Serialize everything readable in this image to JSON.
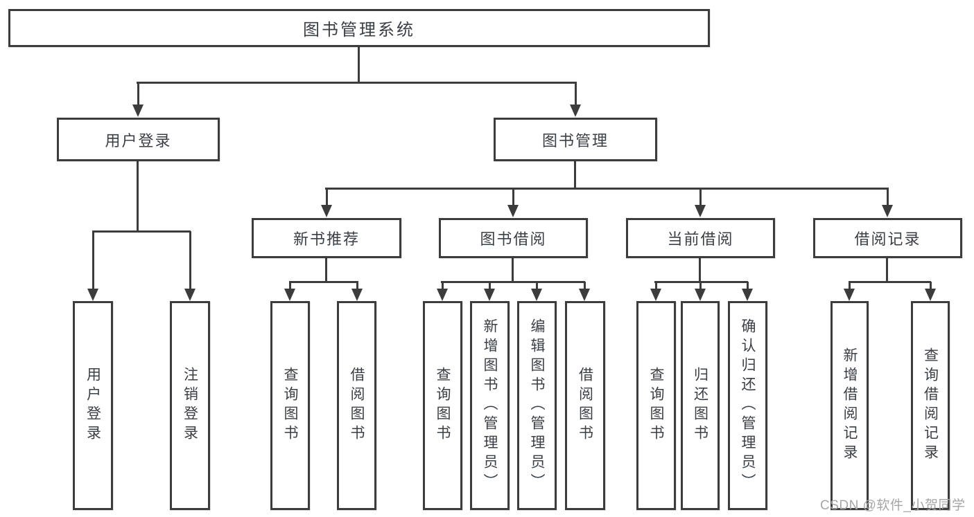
{
  "tree": {
    "label": "图书管理系统",
    "children": [
      {
        "label": "用户登录",
        "children": [
          {
            "label": "用户登录"
          },
          {
            "label": "注销登录"
          }
        ]
      },
      {
        "label": "图书管理",
        "children": [
          {
            "label": "新书推荐",
            "children": [
              {
                "label": "查询图书"
              },
              {
                "label": "借阅图书"
              }
            ]
          },
          {
            "label": "图书借阅",
            "children": [
              {
                "label": "查询图书"
              },
              {
                "label": "新增图书（管理员）"
              },
              {
                "label": "编辑图书（管理员）"
              },
              {
                "label": "借阅图书"
              }
            ]
          },
          {
            "label": "当前借阅",
            "children": [
              {
                "label": "查询图书"
              },
              {
                "label": "归还图书"
              },
              {
                "label": "确认归还（管理员）"
              }
            ]
          },
          {
            "label": "借阅记录",
            "children": [
              {
                "label": "新增借阅记录"
              },
              {
                "label": "查询借阅记录"
              }
            ]
          }
        ]
      }
    ]
  },
  "watermark": {
    "text": "CSDN @软件_小贺同学"
  },
  "colors": {
    "line": "#3c3c3c",
    "text": "#3a3f45",
    "box_fill": "#ffffff",
    "background": "#ffffff",
    "watermark": "#a6a6a6"
  }
}
